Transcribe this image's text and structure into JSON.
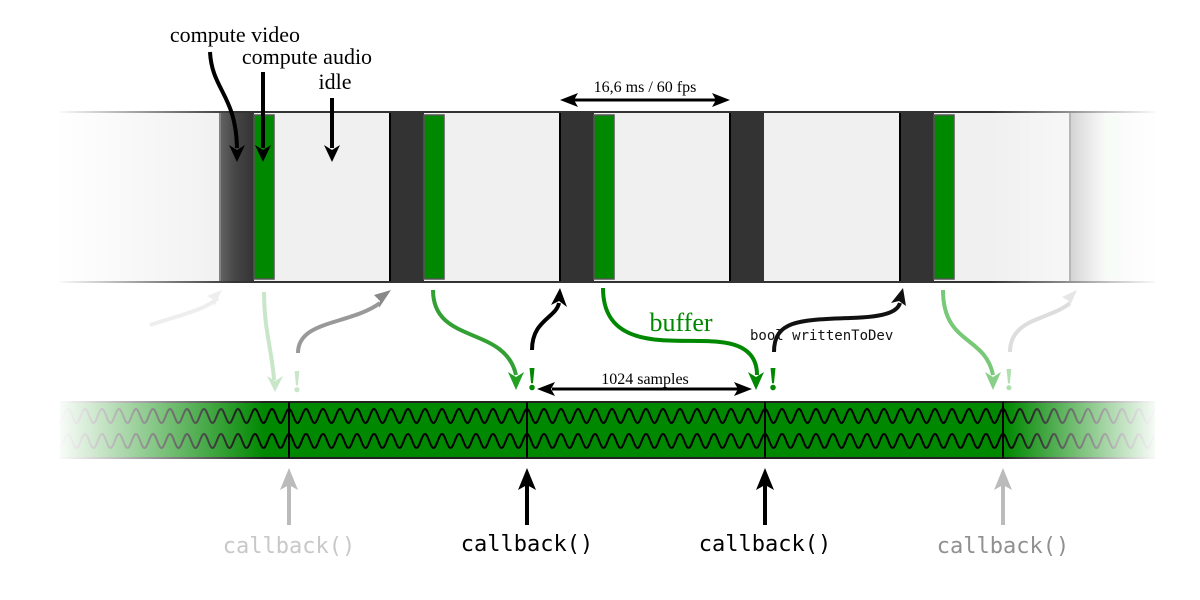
{
  "labels": {
    "compute_video": "compute video",
    "compute_audio": "compute audio",
    "idle": "idle",
    "frame_interval": "16,6 ms / 60 fps",
    "buffer": "buffer",
    "written_flag": "bool writtenToDev",
    "buffer_size": "1024 samples",
    "exclamation": "!"
  },
  "callbacks": [
    {
      "label": "callback()",
      "state": "faded-left"
    },
    {
      "label": "callback()",
      "state": "active"
    },
    {
      "label": "callback()",
      "state": "active"
    },
    {
      "label": "callback()",
      "state": "faded-right"
    }
  ],
  "video_frames": [
    {
      "index": 0,
      "has_audio": true,
      "state": "faded"
    },
    {
      "index": 1,
      "has_audio": true,
      "state": "active"
    },
    {
      "index": 2,
      "has_audio": true,
      "state": "active"
    },
    {
      "index": 3,
      "has_audio": false,
      "state": "active"
    },
    {
      "index": 4,
      "has_audio": true,
      "state": "active"
    },
    {
      "index": 5,
      "has_audio": true,
      "state": "faded"
    }
  ],
  "colors": {
    "video_compute": "#333333",
    "audio_compute": "#008800",
    "idle": "#f0f0f0",
    "audio_buffer": "#008800",
    "arrow": "#000000",
    "buffer_text": "#008800"
  }
}
